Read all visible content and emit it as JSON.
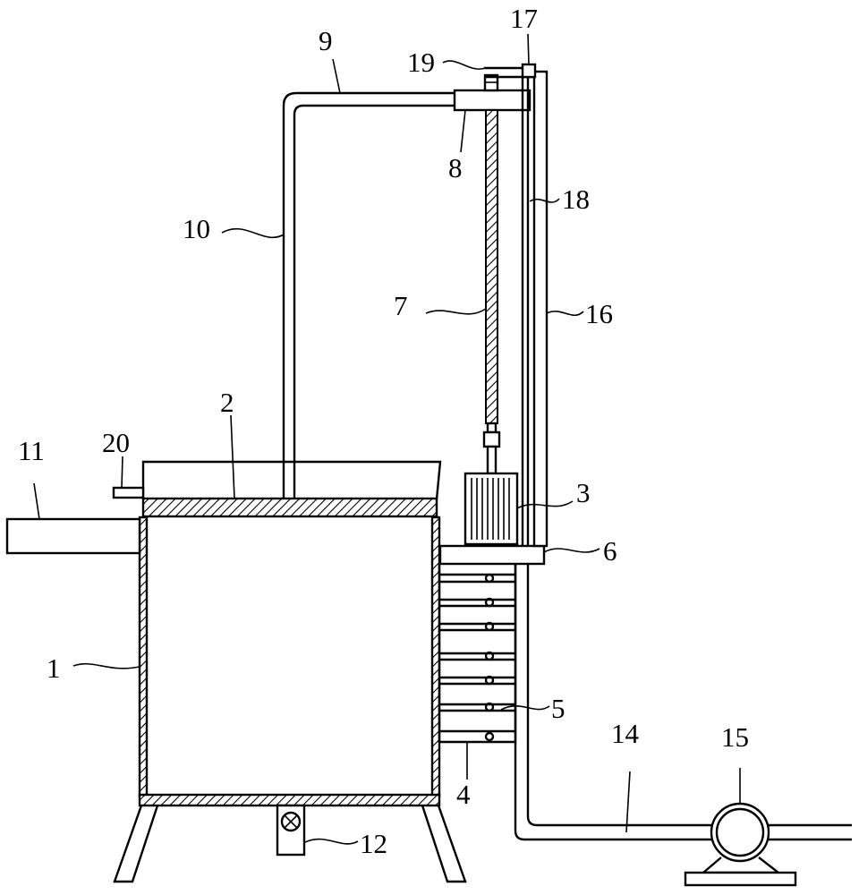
{
  "labels": {
    "l1": "1",
    "l2": "2",
    "l3": "3",
    "l4": "4",
    "l5": "5",
    "l6": "6",
    "l7": "7",
    "l8": "8",
    "l9": "9",
    "l10": "10",
    "l11": "11",
    "l12": "12",
    "l14": "14",
    "l15": "15",
    "l16": "16",
    "l17": "17",
    "l18": "18",
    "l19": "19",
    "l20": "20"
  }
}
